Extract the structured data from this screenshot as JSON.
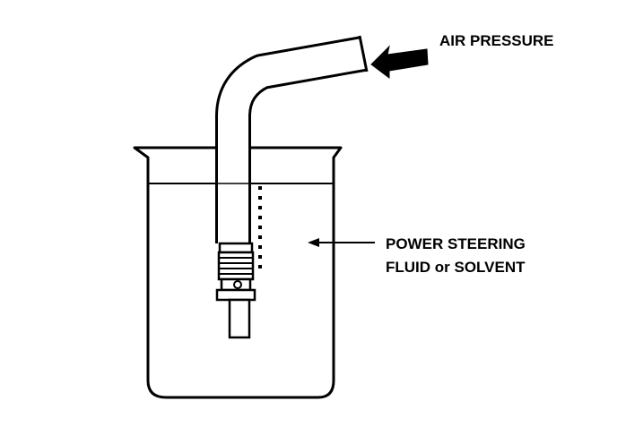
{
  "labels": {
    "air_pressure": "AIR PRESSURE",
    "fluid_line1": "POWER STEERING",
    "fluid_line2": "FLUID or SOLVENT"
  },
  "colors": {
    "ink": "#000000",
    "paper": "#ffffff"
  },
  "icons": {
    "air_arrow": "arrow-left-filled-icon",
    "pointer_arrow": "arrow-left-icon"
  }
}
